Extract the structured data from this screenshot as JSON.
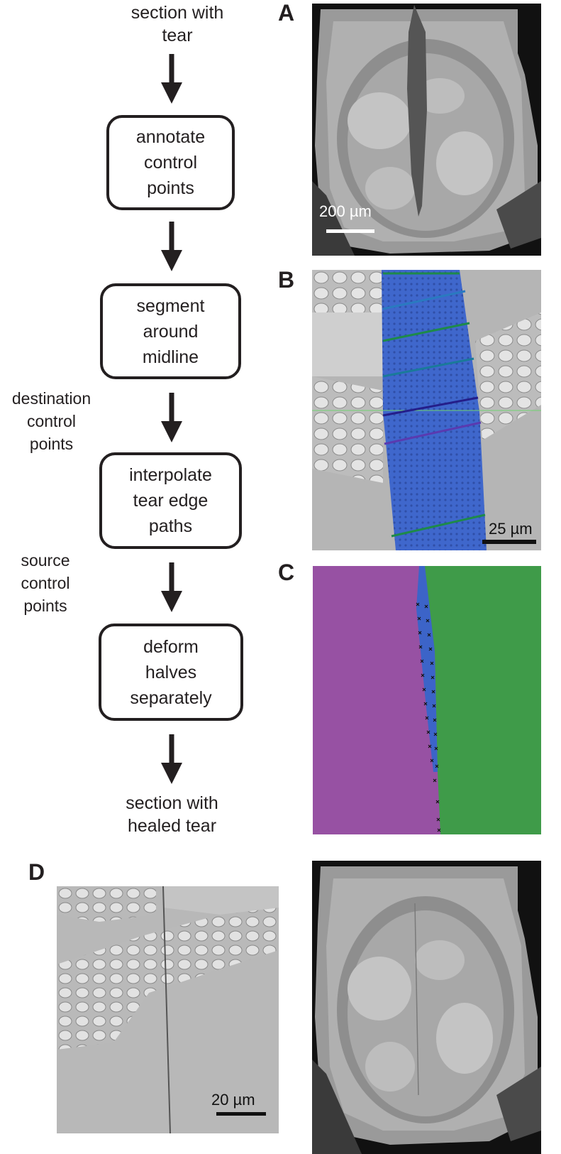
{
  "flow": {
    "start": "section with\ntear",
    "steps": [
      "annotate\ncontrol\npoints",
      "segment\naround\nmidline",
      "interpolate\ntear edge\npaths",
      "deform\nhalves\nseparately"
    ],
    "end": "section with\nhealed tear",
    "side_labels": [
      "destination\ncontrol\npoints",
      "source\ncontrol\npoints"
    ]
  },
  "panels": {
    "a": {
      "letter": "A",
      "scale": "200 µm"
    },
    "b": {
      "letter": "B",
      "scale": "25 µm"
    },
    "c": {
      "letter": "C"
    },
    "d": {
      "letter": "D",
      "scale": "20 µm"
    }
  },
  "colors": {
    "ink": "#231f20",
    "tissue": "#b7b7b7",
    "tissue_dark": "#8f8f8f",
    "background_black": "#111111",
    "segment_blue": "#3c64c8",
    "half_purple": "#9751a3",
    "half_green": "#3f9b49"
  }
}
